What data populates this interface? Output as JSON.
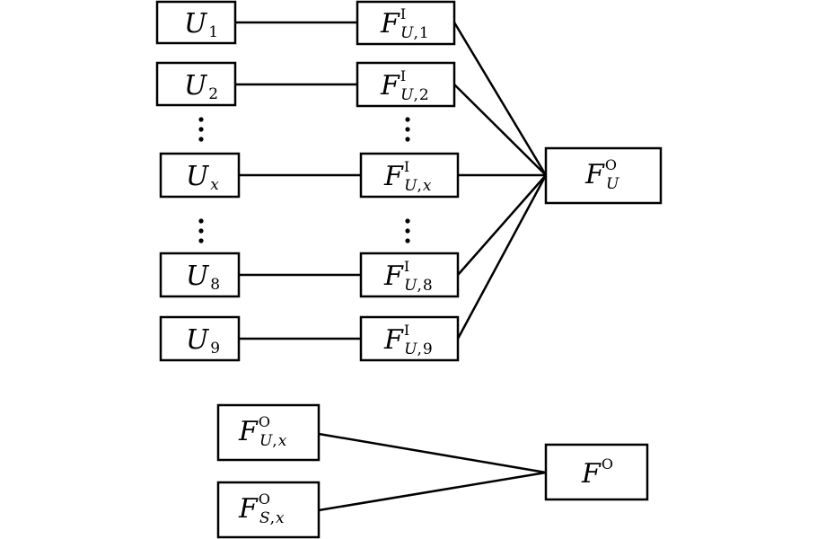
{
  "diagram": {
    "top_left_nodes": [
      {
        "id": "u1",
        "base": "U",
        "sub": "1"
      },
      {
        "id": "u2",
        "base": "U",
        "sub": "2"
      },
      {
        "id": "ux",
        "base": "U",
        "sub": "x"
      },
      {
        "id": "u8",
        "base": "U",
        "sub": "8"
      },
      {
        "id": "u9",
        "base": "U",
        "sub": "9"
      }
    ],
    "top_middle_nodes": [
      {
        "id": "fi1",
        "base": "F",
        "sup": "I",
        "sub_main": "U",
        "sub_idx": "1"
      },
      {
        "id": "fi2",
        "base": "F",
        "sup": "I",
        "sub_main": "U",
        "sub_idx": "2"
      },
      {
        "id": "fix",
        "base": "F",
        "sup": "I",
        "sub_main": "U",
        "sub_idx": "x"
      },
      {
        "id": "fi8",
        "base": "F",
        "sup": "I",
        "sub_main": "U",
        "sub_idx": "8"
      },
      {
        "id": "fi9",
        "base": "F",
        "sup": "I",
        "sub_main": "U",
        "sub_idx": "9"
      }
    ],
    "top_right_node": {
      "id": "fuo",
      "base": "F",
      "sup": "O",
      "sub": "U"
    },
    "bottom_left_nodes": [
      {
        "id": "fuox",
        "base": "F",
        "sup": "O",
        "sub_main": "U",
        "sub_idx": "x"
      },
      {
        "id": "fsox",
        "base": "F",
        "sup": "O",
        "sub_main": "S",
        "sub_idx": "x"
      }
    ],
    "bottom_right_node": {
      "id": "fo",
      "base": "F",
      "sup": "O"
    },
    "sub_separator": ","
  }
}
